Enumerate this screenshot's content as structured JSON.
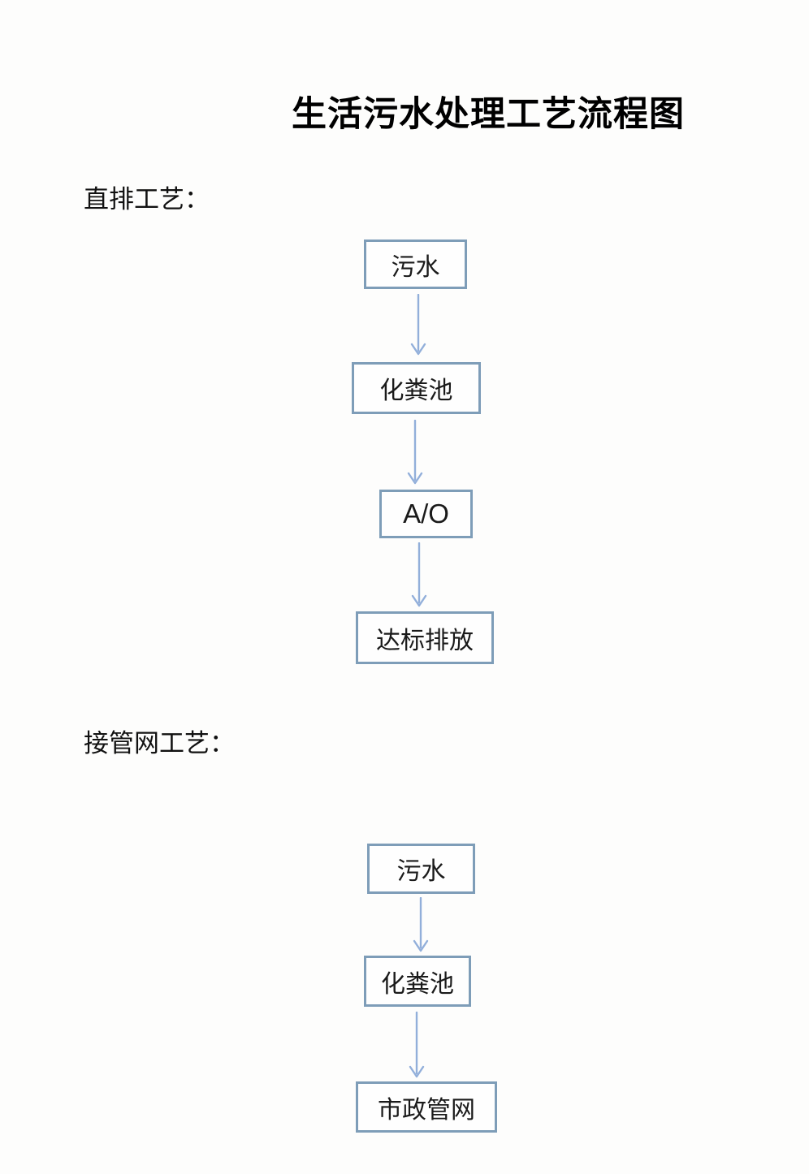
{
  "title": "生活污水处理工艺流程图",
  "colors": {
    "box_border": "#7e9db8",
    "arrow": "#92afda",
    "text": "#1a1a1a"
  },
  "sections": [
    {
      "label": "直排工艺：",
      "nodes": [
        "污水",
        "化粪池",
        "A/O",
        "达标排放"
      ]
    },
    {
      "label": "接管网工艺：",
      "nodes": [
        "污水",
        "化粪池",
        "市政管网"
      ]
    }
  ]
}
